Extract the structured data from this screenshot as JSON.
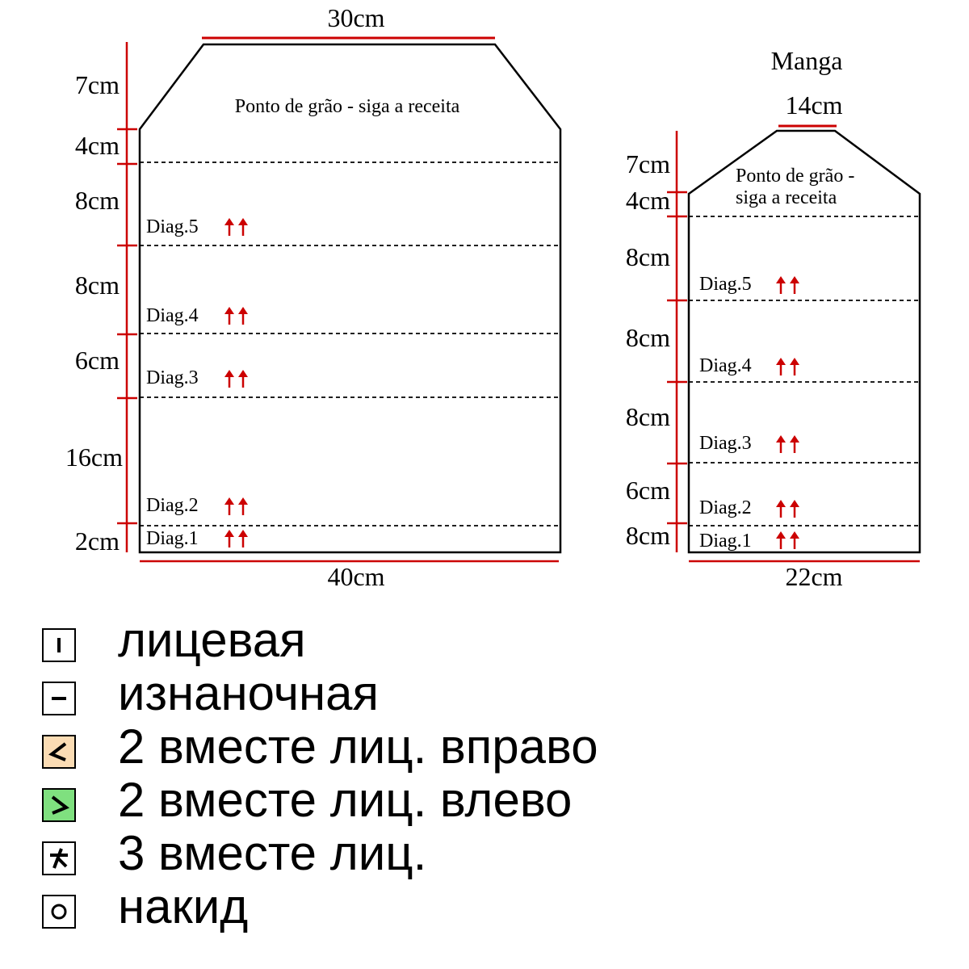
{
  "colors": {
    "outline": "#000000",
    "measure_line": "#cc0000",
    "arrow": "#cc0000",
    "dec_right_fill": "#fbdcb4",
    "dec_left_fill": "#7fe07f"
  },
  "body_piece": {
    "top_width": "30cm",
    "bottom_width": "40cm",
    "stitch_note": "Ponto de grão - siga a receita",
    "heights": [
      "7cm",
      "4cm",
      "8cm",
      "8cm",
      "6cm",
      "16cm",
      "2cm"
    ],
    "diagrams": [
      "Diag.5",
      "Diag.4",
      "Diag.3",
      "Diag.2",
      "Diag.1"
    ]
  },
  "sleeve_piece": {
    "title": "Manga",
    "top_width": "14cm",
    "bottom_width": "22cm",
    "stitch_note_line1": "Ponto de grão -",
    "stitch_note_line2": "siga a receita",
    "heights": [
      "7cm",
      "4cm",
      "8cm",
      "8cm",
      "8cm",
      "6cm",
      "8cm"
    ],
    "diagrams": [
      "Diag.5",
      "Diag.4",
      "Diag.3",
      "Diag.2",
      "Diag.1"
    ]
  },
  "legend": [
    {
      "icon": "knit-icon",
      "label": "лицевая"
    },
    {
      "icon": "purl-icon",
      "label": "изнаночная"
    },
    {
      "icon": "k2tog-right-icon",
      "label": "2 вместе лиц. вправо"
    },
    {
      "icon": "k2tog-left-icon",
      "label": "2 вместе лиц. влево"
    },
    {
      "icon": "k3tog-icon",
      "label": "3 вместе лиц."
    },
    {
      "icon": "yarn-over-icon",
      "label": "накид"
    }
  ]
}
